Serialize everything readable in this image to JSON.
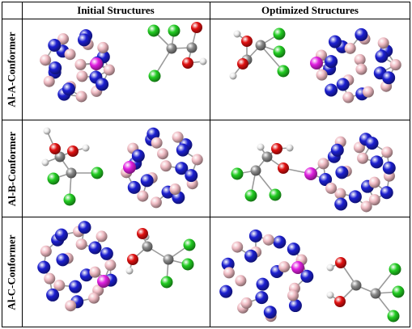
{
  "header": {
    "col_initial": "Initial Structures",
    "col_optimized": "Optimized Structures"
  },
  "rows": [
    {
      "label": "Al-A-Conformer"
    },
    {
      "label": "Al-B-Conformer"
    },
    {
      "label": "Al-C-Conformer"
    }
  ],
  "atom_colors": {
    "nitrogen": "#1c1fd0",
    "boron": "#f0bcc4",
    "aluminum": "#e020e0",
    "oxygen": "#e01010",
    "hydrogen": "#ececec",
    "carbon": "#8a8a8a",
    "chlorine": "#22cc22",
    "bond": "#9a9a9a"
  }
}
